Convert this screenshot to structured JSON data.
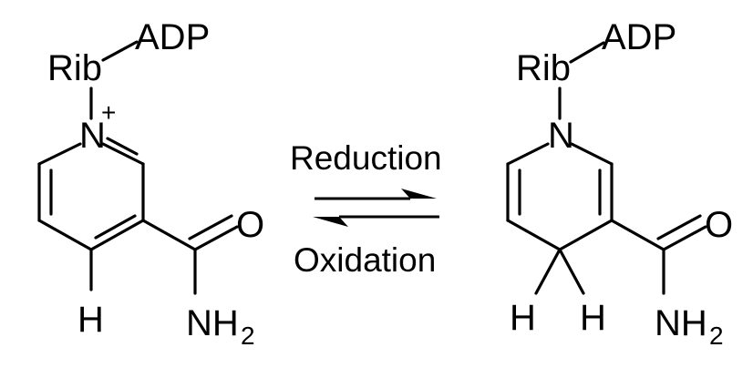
{
  "oxidized_form": {
    "labels": {
      "rib": "Rib",
      "adp": "ADP",
      "nitrogen": "N",
      "charge": "+",
      "oxygen": "O",
      "amide_n": "NH",
      "amide_sub": "2",
      "hydrogen": "H"
    }
  },
  "reduced_form": {
    "labels": {
      "rib": "Rib",
      "adp": "ADP",
      "nitrogen": "N",
      "oxygen": "O",
      "amide_n": "NH",
      "amide_sub": "2",
      "hydrogen_left": "H",
      "hydrogen_right": "H"
    }
  },
  "reaction": {
    "forward_label": "Reduction",
    "reverse_label": "Oxidation"
  }
}
